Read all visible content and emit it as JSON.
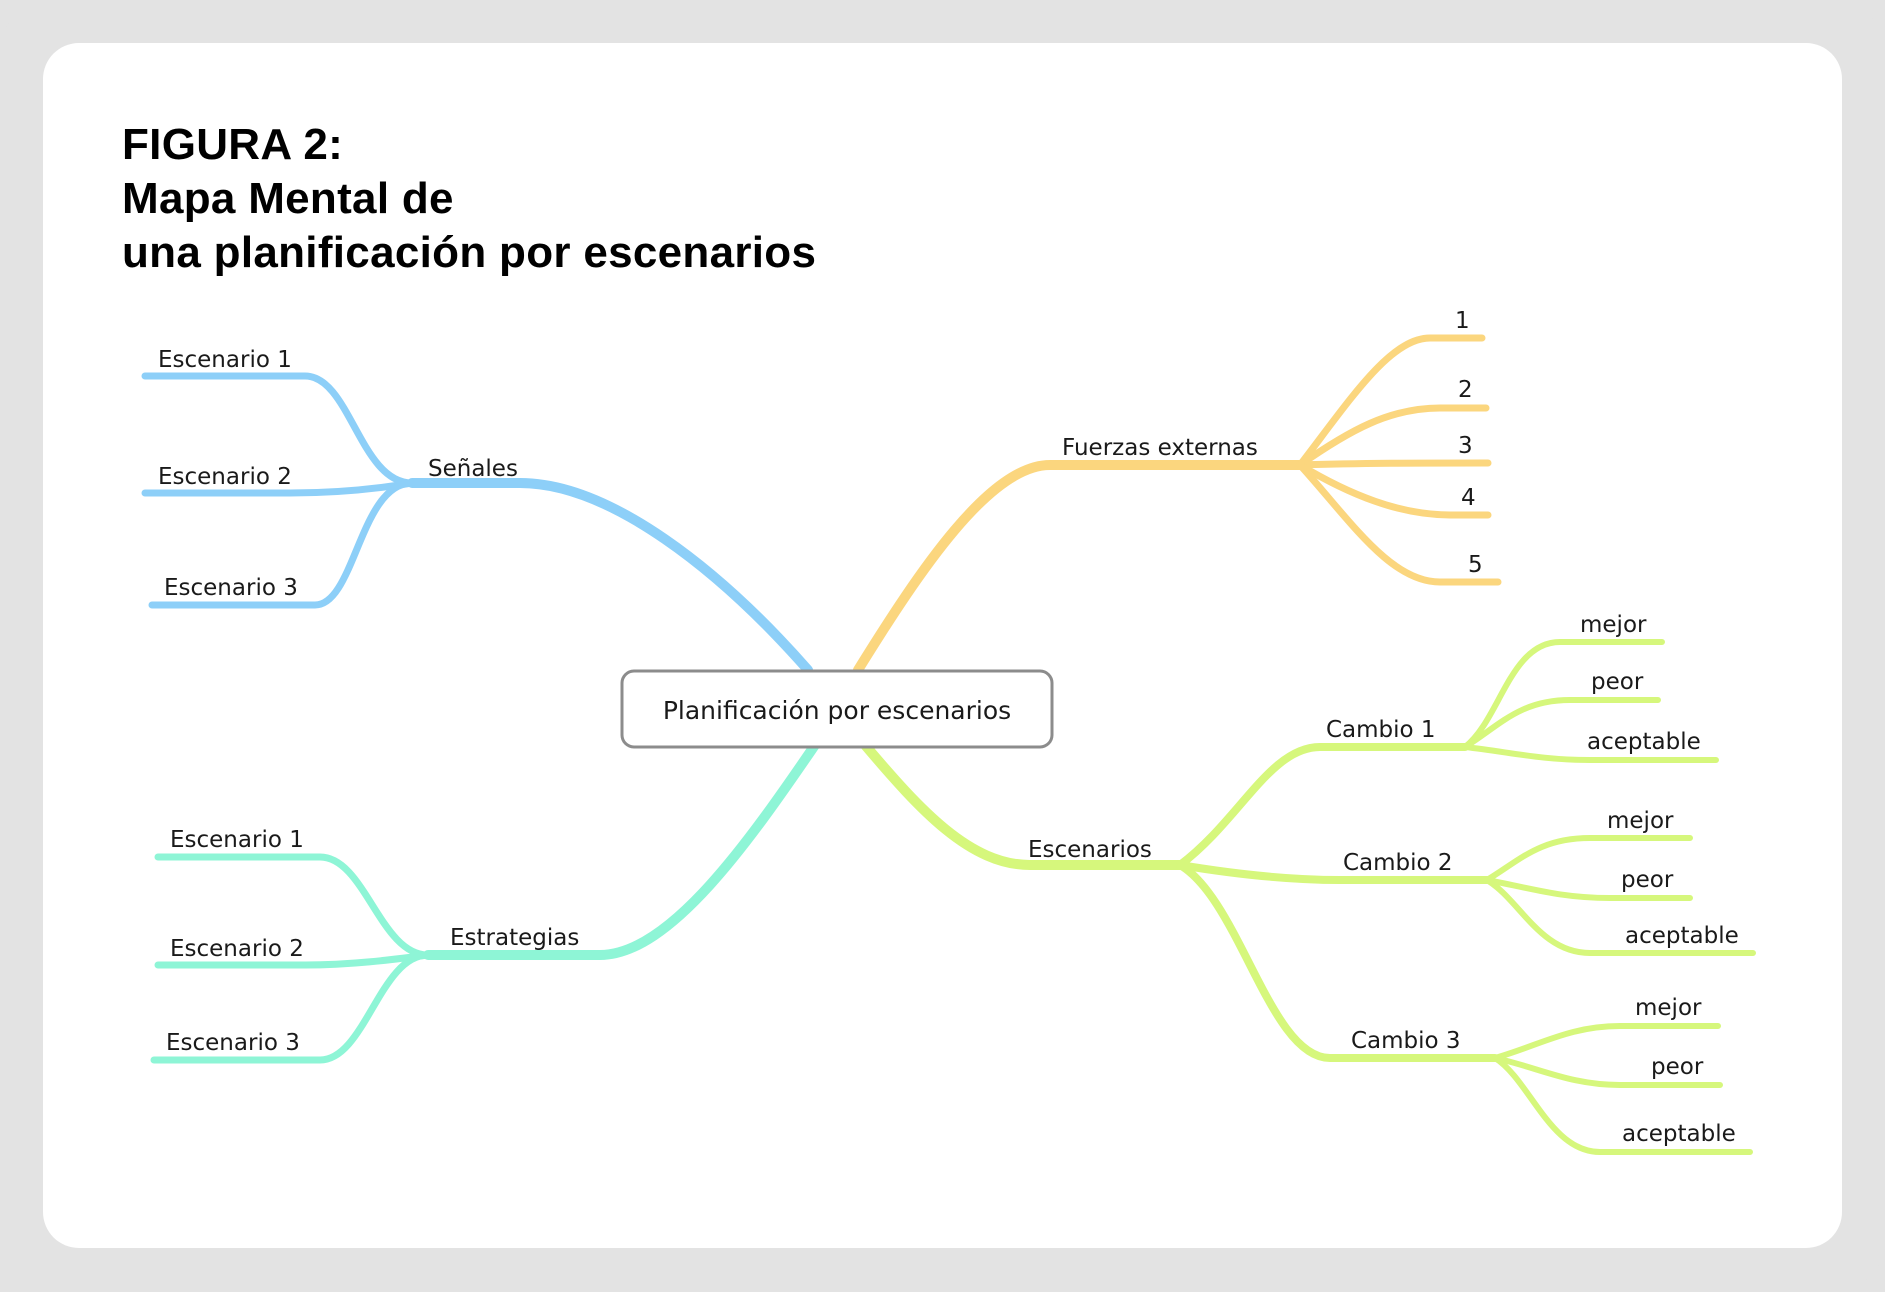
{
  "title": {
    "line1": "FIGURA 2:",
    "line2": "Mapa Mental de",
    "line3": "una planificación por escenarios"
  },
  "colors": {
    "senales": "#8dcff8",
    "estrategias": "#8ef5d6",
    "fuerzas": "#fbd67e",
    "escenarios": "#d6f77c",
    "central_border": "#8c8c8c"
  },
  "mindmap": {
    "central": "Planificación por escenarios",
    "senales": {
      "label": "Señales",
      "children": [
        "Escenario 1",
        "Escenario 2",
        "Escenario 3"
      ]
    },
    "estrategias": {
      "label": "Estrategias",
      "children": [
        "Escenario 1",
        "Escenario 2",
        "Escenario 3"
      ]
    },
    "fuerzas": {
      "label": "Fuerzas externas",
      "children": [
        "1",
        "2",
        "3",
        "4",
        "5"
      ]
    },
    "escenarios": {
      "label": "Escenarios",
      "cambios": [
        {
          "label": "Cambio 1",
          "options": [
            "mejor",
            "peor",
            "aceptable"
          ]
        },
        {
          "label": "Cambio 2",
          "options": [
            "mejor",
            "peor",
            "aceptable"
          ]
        },
        {
          "label": "Cambio 3",
          "options": [
            "mejor",
            "peor",
            "aceptable"
          ]
        }
      ]
    }
  }
}
